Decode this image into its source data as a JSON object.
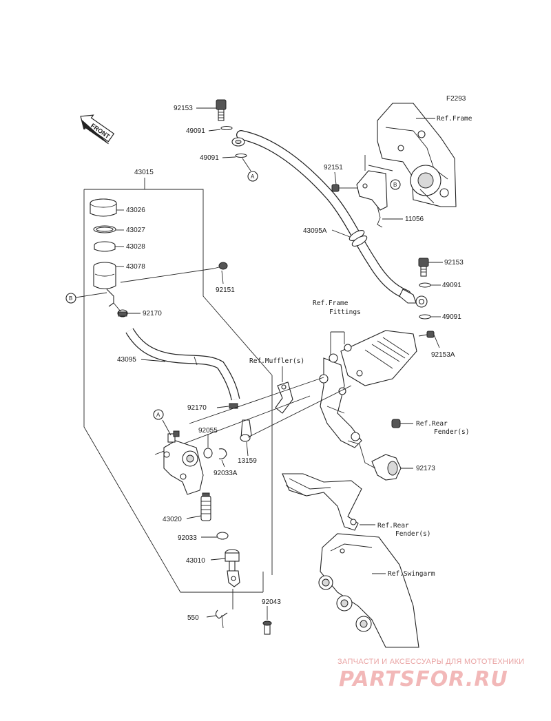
{
  "diagram_code": "F2293",
  "front_label": "FRONT",
  "callouts": {
    "A": "A",
    "B": "B"
  },
  "labels": {
    "p92153_top": "92153",
    "p49091_a": "49091",
    "p49091_b": "49091",
    "p43015": "43015",
    "p43026": "43026",
    "p43027": "43027",
    "p43028": "43028",
    "p43078": "43078",
    "p92151_left": "92151",
    "p92170_a": "92170",
    "p43095": "43095",
    "p92170_b": "92170",
    "p92055": "92055",
    "p92033a": "92033A",
    "p13159": "13159",
    "p43020": "43020",
    "p92033": "92033",
    "p43010": "43010",
    "p550": "550",
    "p92043": "92043",
    "p92151_right": "92151",
    "p11056": "11056",
    "p43095a": "43095A",
    "p92153_right": "92153",
    "p49091_c": "49091",
    "p49091_d": "49091",
    "p92153a": "92153A",
    "p92173": "92173"
  },
  "refs": {
    "frame": "Ref.Frame",
    "frame_fittings_1": "Ref.Frame",
    "frame_fittings_2": "Fittings",
    "muffler": "Ref.Muffler(s)",
    "rear_fender_1a": "Ref.Rear",
    "rear_fender_1b": "Fender(s)",
    "rear_fender_2a": "Ref.Rear",
    "rear_fender_2b": "Fender(s)",
    "swingarm": "Ref.Swingarm"
  },
  "watermark": {
    "tagline": "ЗАПЧАСТИ И АКСЕССУАРЫ ДЛЯ МОТОТЕХНИКИ",
    "brand": "PARTSFOR.RU"
  }
}
